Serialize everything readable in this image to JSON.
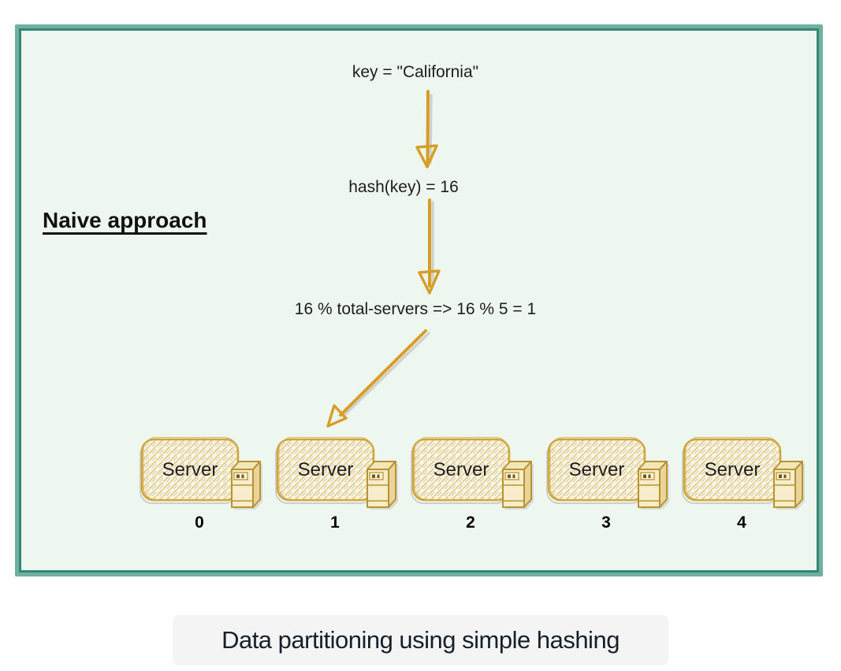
{
  "panel": {
    "title": "Naive approach",
    "background_color": "#EEF7EF",
    "border_color": "#73AFA1",
    "inner_border_color": "#318877"
  },
  "flow": {
    "key_text": "key = \"California\"",
    "hash_text": "hash(key) = 16",
    "mod_text": "16 % total-servers => 16 % 5 = 1",
    "arrow_color": "#D79E27"
  },
  "servers": {
    "box_fill": "#FCF5DF",
    "box_border": "#CDA53C",
    "items": [
      {
        "label": "Server",
        "index": "0"
      },
      {
        "label": "Server",
        "index": "1"
      },
      {
        "label": "Server",
        "index": "2"
      },
      {
        "label": "Server",
        "index": "3"
      },
      {
        "label": "Server",
        "index": "4"
      }
    ]
  },
  "caption": {
    "text": "Data partitioning using simple hashing",
    "background_color": "#F4F4F5"
  }
}
